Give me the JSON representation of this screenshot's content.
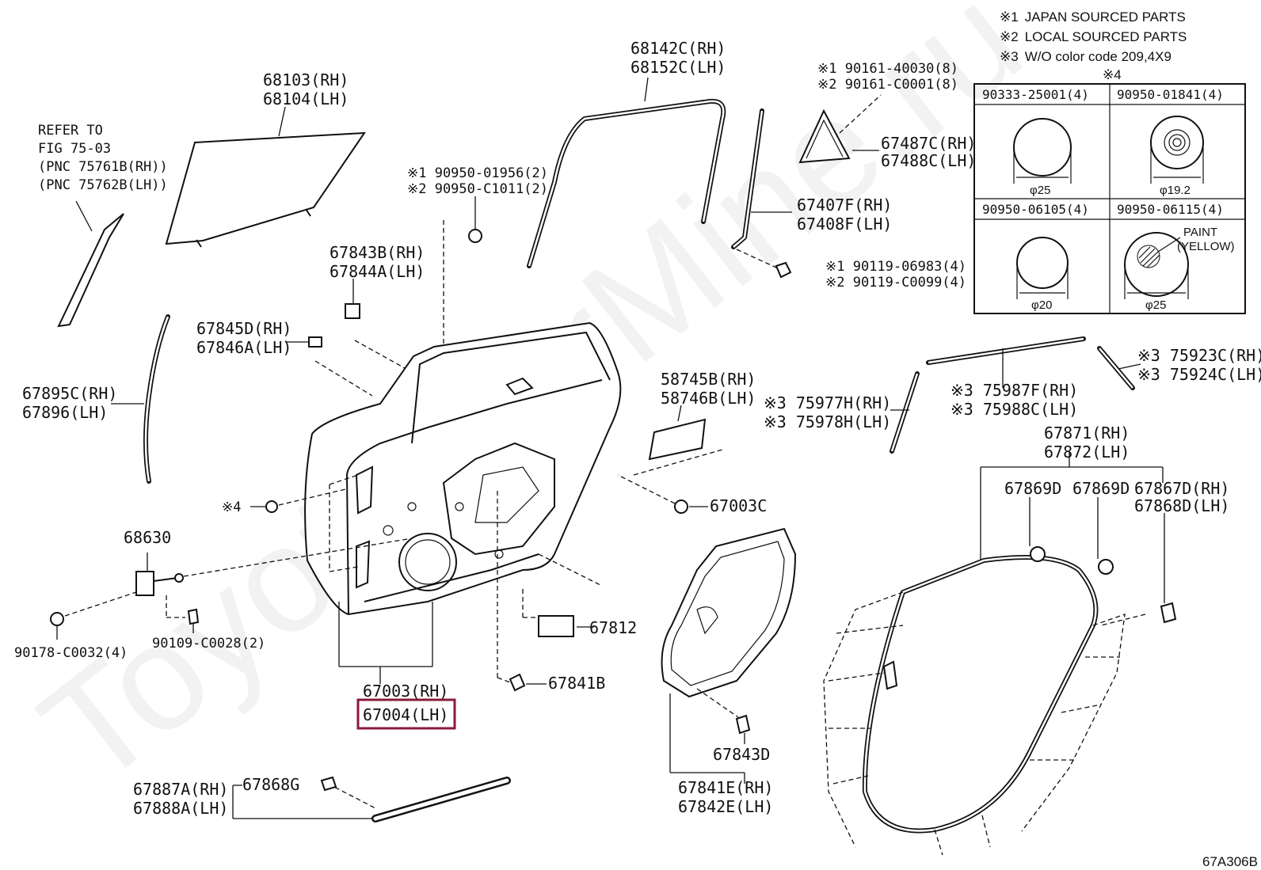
{
  "legend": {
    "items": [
      {
        "mark": "※1",
        "text": "JAPAN SOURCED PARTS"
      },
      {
        "mark": "※2",
        "text": "LOCAL SOURCED PARTS"
      },
      {
        "mark": "※3",
        "text": "W/O color code 209,4X9"
      }
    ],
    "table_mark": "※4"
  },
  "fastener_table": {
    "cells": [
      {
        "part": "90333-25001(4)",
        "dim": "φ25"
      },
      {
        "part": "90950-01841(4)",
        "dim": "φ19.2"
      },
      {
        "part": "90950-06105(4)",
        "dim": "φ20"
      },
      {
        "part": "90950-06115(4)",
        "dim": "φ25",
        "note1": "PAINT",
        "note2": "(YELLOW)"
      }
    ]
  },
  "callouts": {
    "refer_to": [
      "REFER TO",
      "FIG 75-03",
      "(PNC 75761B(RH))",
      "(PNC 75762B(LH))"
    ],
    "glass": [
      "68103(RH)",
      "68104(LH)"
    ],
    "run_channel": [
      "68142C(RH)",
      "68152C(LH)"
    ],
    "screws_top": [
      "※1 90161-40030(8)",
      "※2 90161-C0001(8)"
    ],
    "corner_piece": [
      "67487C(RH)",
      "67488C(LH)"
    ],
    "division_bar": [
      "67407F(RH)",
      "67408F(LH)"
    ],
    "bolt": [
      "※1 90119-06983(4)",
      "※2 90119-C0099(4)"
    ],
    "clip_top": [
      "※1 90950-01956(2)",
      "※2 90950-C1011(2)"
    ],
    "hinge_cover": [
      "67843B(RH)",
      "67844A(LH)"
    ],
    "bracket": [
      "67845D(RH)",
      "67846A(LH)"
    ],
    "seal_left": [
      "67895C(RH)",
      "67896(LH)"
    ],
    "clip4": "※4",
    "checker": "68630",
    "nut": "90178-C0032(4)",
    "bolt2": "90109-C0028(2)",
    "door_panel": [
      "67003(RH)",
      "67004(LH)"
    ],
    "sheet": [
      "58745B(RH)",
      "58746B(LH)"
    ],
    "plug": "67003C",
    "plate": "67812",
    "clip_low": "67841B",
    "service_cover": [
      "67841E(RH)",
      "67842E(LH)"
    ],
    "screw_low": "67843D",
    "belt_moulding": [
      "67887A(RH)",
      "67888A(LH)"
    ],
    "clip_belt": "67868G",
    "moulding_a": [
      "※3 75923C(RH)",
      "※3 75924C(LH)"
    ],
    "moulding_b": [
      "※3 75987F(RH)",
      "※3 75988C(LH)"
    ],
    "moulding_c": [
      "※3 75977H(RH)",
      "※3 75978H(LH)"
    ],
    "weatherstrip": [
      "67871(RH)",
      "67872(LH)"
    ],
    "clip_w1": "67869D",
    "clip_w2": "67869D",
    "clip_w3": [
      "67867D(RH)",
      "67868D(LH)"
    ]
  },
  "drawing_code": "67A306B",
  "watermark": "ToyotaCarMine.ru",
  "colors": {
    "highlight": "#8b1a3a",
    "line": "#111111",
    "watermark": "#f2f2f2"
  }
}
